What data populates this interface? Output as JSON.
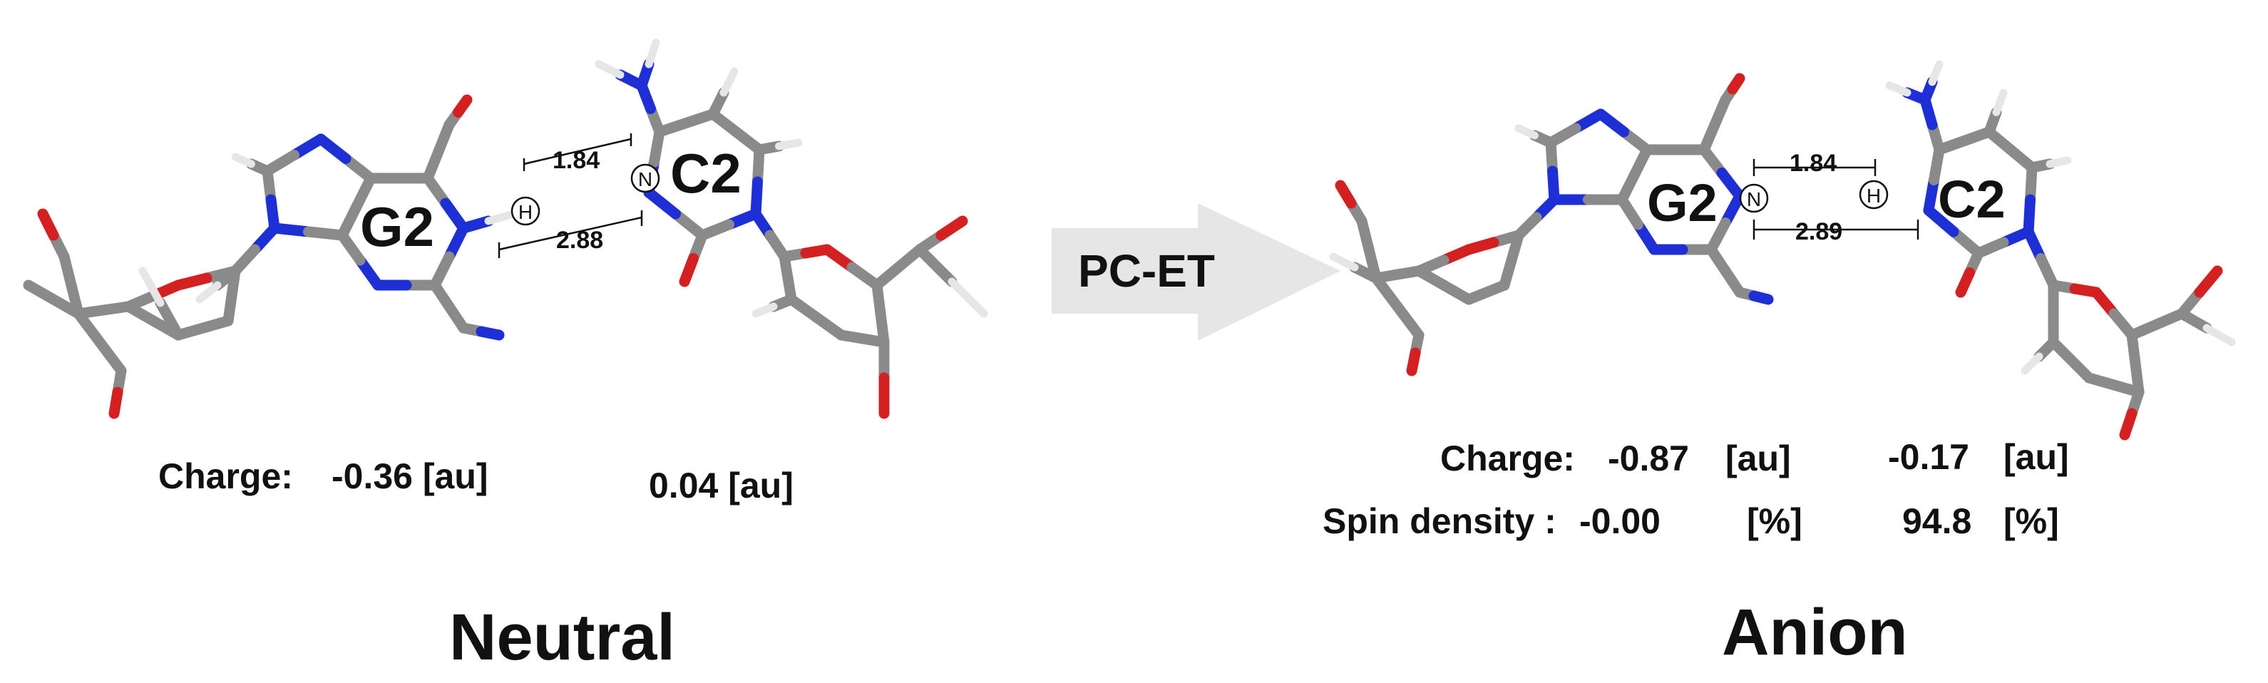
{
  "colors": {
    "carbon": "#8a8a8a",
    "carbon_light": "#c8c8c8",
    "hydrogen": "#e6e6e6",
    "nitrogen": "#1f2fd6",
    "oxygen": "#d42020",
    "text": "#111111",
    "arrow": "#e6e6e6"
  },
  "arrow": {
    "label": "PC-ET"
  },
  "neutral": {
    "title": "Neutral",
    "guanine_label": "G2",
    "cytosine_label": "C2",
    "atom_h": "H",
    "atom_n": "N",
    "distance_top": "1.84",
    "distance_bottom": "2.88",
    "charge_label": "Charge:",
    "charge_g": "-0.36 [au]",
    "charge_c": "0.04 [au]"
  },
  "anion": {
    "title": "Anion",
    "guanine_label": "G2",
    "cytosine_label": "C2",
    "atom_h": "H",
    "atom_n": "N",
    "distance_top": "1.84",
    "distance_bottom": "2.89",
    "charge_label": "Charge:",
    "charge_g": "-0.87",
    "charge_g_unit": "[au]",
    "charge_c": "-0.17",
    "charge_c_unit": "[au]",
    "spin_label": "Spin density :",
    "spin_g": "-0.00",
    "spin_g_unit": "[%]",
    "spin_c": "94.8",
    "spin_c_unit": "[%]"
  }
}
